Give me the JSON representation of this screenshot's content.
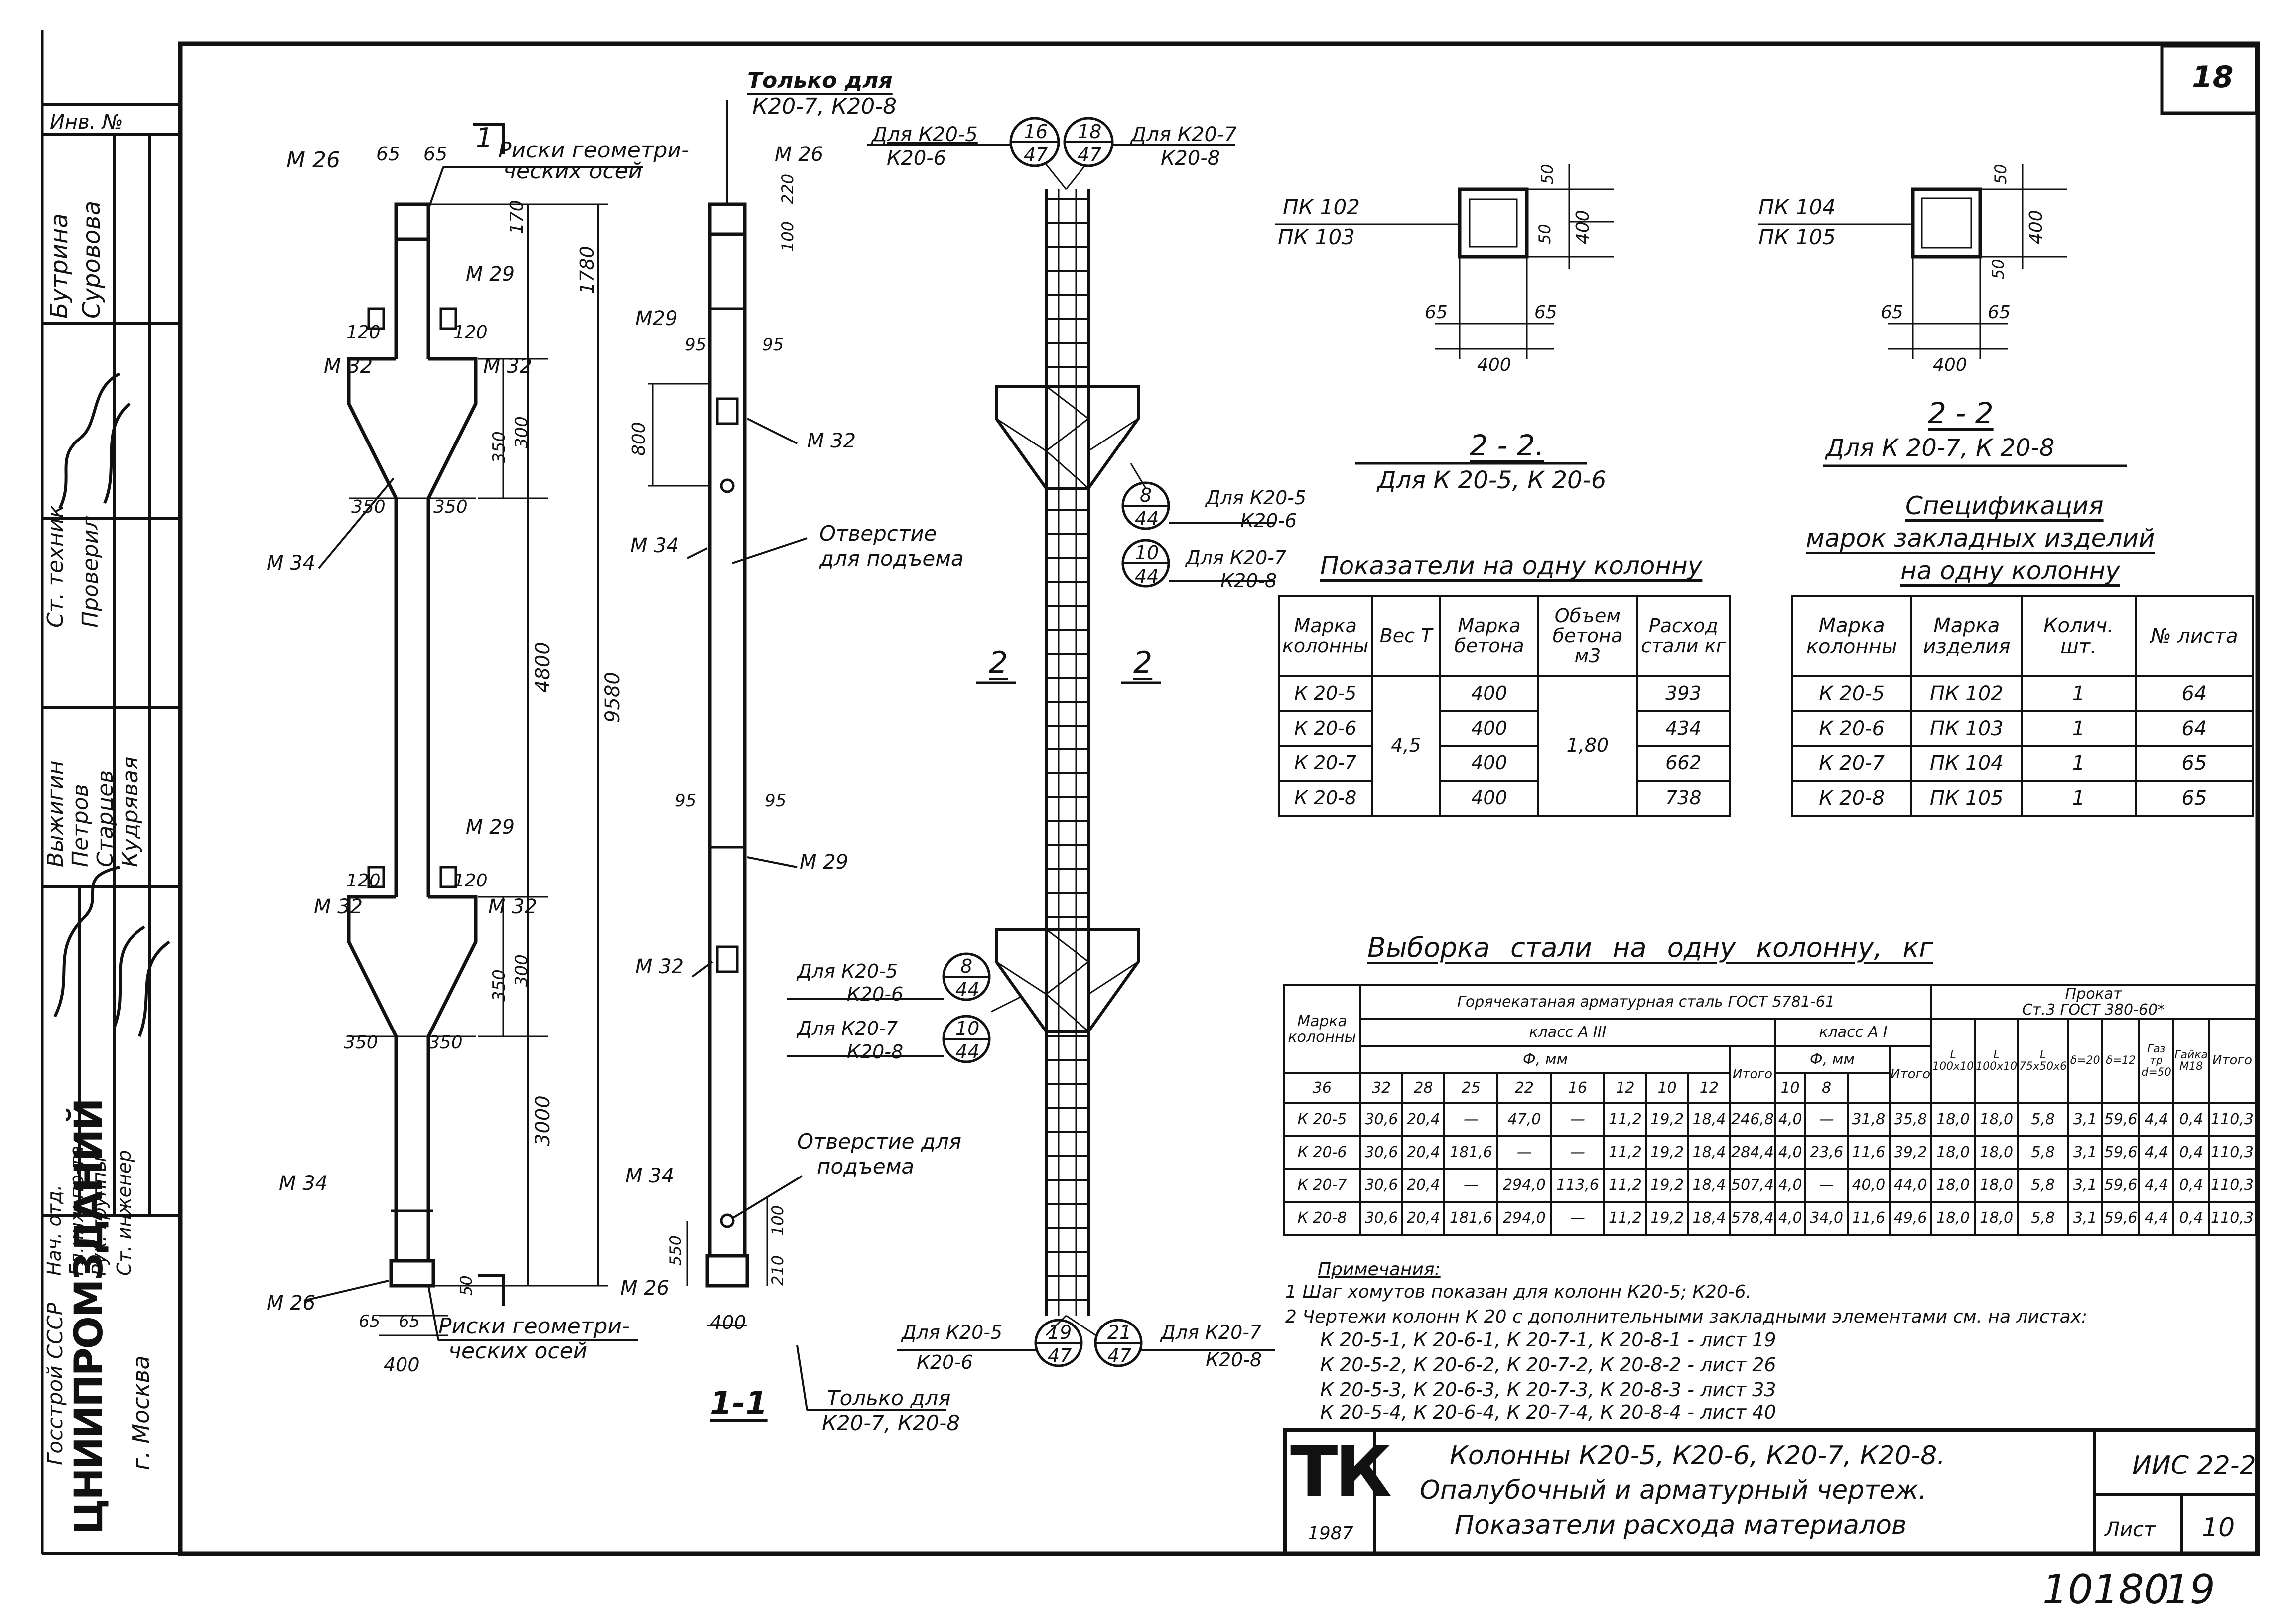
{
  "frame": {
    "sheet_corner": "18",
    "sheet_bottom_number": "10180",
    "sheet_bottom_page": "19",
    "inv_label": "Инв. №"
  },
  "left_strip": {
    "org_line1": "Госстрой СССР",
    "org_name": "ЦНИИПРОМЗДАНИЙ",
    "city": "г. Москва",
    "role_1": "Нач. отд.",
    "role_2": "Гл.инж.пр-та",
    "role_3": "Рук. группы",
    "role_4": "Ст. инженер",
    "role_5": "Ст. техник",
    "role_6": "Проверил",
    "name_1": "Выжигин",
    "name_2": "Петров",
    "name_3": "Старцев",
    "name_4": "Кудрявая",
    "name_5": "Бутрина",
    "name_6": "Суровова"
  },
  "elevation": {
    "m26_top": "М 26",
    "dim_65a": "65",
    "dim_65b": "65",
    "risks_top_1": "Риски геометри-",
    "risks_top_2": "ческих осей",
    "section_mark": "1",
    "dim_170": "170",
    "dim_1780": "1780",
    "m29_a": "М 29",
    "dim_120a": "120",
    "dim_120b": "120",
    "m32_a": "М 32",
    "m32_b": "М 32",
    "dim_300a": "300",
    "dim_350a": "350",
    "dim_350b": "350",
    "dim_350c": "350",
    "m34_a": "М 34",
    "dim_4800": "4800",
    "dim_9580": "9580",
    "m29_b": "М 29",
    "dim_120c": "120",
    "dim_120d": "120",
    "m32_c": "М 32",
    "m32_d": "М 32",
    "dim_300b": "300",
    "dim_350d": "350",
    "dim_350e": "350",
    "dim_350f": "350",
    "dim_3000": "3000",
    "m34_b": "М 34",
    "m26_bottom": "М 26",
    "dim_50": "50",
    "dim_65c": "65",
    "dim_65d": "65",
    "dim_400": "400",
    "risks_bot_1": "Риски геометри-",
    "risks_bot_2": "ческих осей"
  },
  "section_view": {
    "only_for_top_1": "Только для",
    "only_for_top_2": "К20-7, К20-8",
    "m26_top": "М 26",
    "dim_220": "220",
    "dim_100": "100",
    "m29_a": "М29",
    "dim_95a": "95",
    "dim_95b": "95",
    "dim_800": "800",
    "m32_a": "М 32",
    "m34_a": "М 34",
    "hole_1": "Отверстие",
    "hole_2": "для подъема",
    "dim_95c": "95",
    "dim_95d": "95",
    "m29_b": "М 29",
    "m32_b": "М 32",
    "hole_b_1": "Отверстие для",
    "hole_b_2": "подъема",
    "m34_b": "М 34",
    "dim_550": "550",
    "dim_100b": "100",
    "dim_210": "210",
    "m26_bot": "М 26",
    "dim_400": "400",
    "only_for_bot_1": "Только для",
    "only_for_bot_2": "К20-7, К20-8",
    "caption": "1-1"
  },
  "rebar_view": {
    "for_k205_top_a": "Для К20-5",
    "for_k206_top_a": "К20-6",
    "for_k207_top": "Для К20-7",
    "for_k208_top": "К20-8",
    "c1_top": "16",
    "c1_bot": "47",
    "c2_top": "18",
    "c2_bot": "47",
    "c3_top": "8",
    "c3_bot": "44",
    "c3_l1": "Для К20-5",
    "c3_l2": "К20-6",
    "c4_top": "10",
    "c4_bot": "44",
    "c4_l1": "Для К20-7",
    "c4_l2": "К20-8",
    "sec_a": "2",
    "sec_b": "2",
    "c5_top": "8",
    "c5_bot": "44",
    "c5_l1": "Для К20-5",
    "c5_l2": "К20-6",
    "c6_top": "10",
    "c6_bot": "44",
    "c6_l1": "Для К20-7",
    "c6_l2": "К20-8",
    "c7_top": "19",
    "c7_bot": "47",
    "c7_l1": "Для К20-5",
    "c7_l2": "К20-6",
    "c8_top": "21",
    "c8_bot": "47",
    "c8_l1": "Для К20-7",
    "c8_l2": "К20-8"
  },
  "section_22_a": {
    "pk1": "ПК 102",
    "pk2": "ПК 103",
    "d50a": "50",
    "d50b": "50",
    "d400v": "400",
    "d65a": "65",
    "d65b": "65",
    "d400h": "400",
    "title": "2 - 2.",
    "subtitle": "Для  К 20-5,  К 20-6"
  },
  "section_22_b": {
    "pk1": "ПК 104",
    "pk2": "ПК 105",
    "d50a": "50",
    "d50b": "50",
    "d400v": "400",
    "d65a": "65",
    "d65b": "65",
    "d400h": "400",
    "title": "2 - 2",
    "subtitle": "Для К 20-7,  К 20-8"
  },
  "indicators": {
    "title": "Показатели на одну колонну",
    "headers": [
      "Марка колонны",
      "Вес Т",
      "Марка бетона",
      "Объем бетона м3",
      "Расход стали кг"
    ],
    "weight": "4,5",
    "volume": "1,80",
    "rows": [
      {
        "mark": "К 20-5",
        "concrete": "400",
        "steel": "393"
      },
      {
        "mark": "К 20-6",
        "concrete": "400",
        "steel": "434"
      },
      {
        "mark": "К 20-7",
        "concrete": "400",
        "steel": "662"
      },
      {
        "mark": "К 20-8",
        "concrete": "400",
        "steel": "738"
      }
    ]
  },
  "specification": {
    "title_1": "Спецификация",
    "title_2": "марок закладных изделий",
    "title_3": "на одну колонну",
    "headers": [
      "Марка колонны",
      "Марка изделия",
      "Колич. шт.",
      "№ листа"
    ],
    "rows": [
      {
        "mark": "К 20-5",
        "item": "ПК 102",
        "qty": "1",
        "sheet": "64"
      },
      {
        "mark": "К 20-6",
        "item": "ПК 103",
        "qty": "1",
        "sheet": "64"
      },
      {
        "mark": "К 20-7",
        "item": "ПК 104",
        "qty": "1",
        "sheet": "65"
      },
      {
        "mark": "К 20-8",
        "item": "ПК 105",
        "qty": "1",
        "sheet": "65"
      }
    ]
  },
  "steel": {
    "title": "Выборка стали на одну колонну, кг",
    "h_mark": "Марка колонны",
    "h_hot": "Горячекатаная арматурная сталь ГОСТ 5781-61",
    "h_class_a3": "класс А III",
    "h_class_a1": "класс А I",
    "h_phi": "Ф, мм",
    "h_phi2": "Ф, мм",
    "h_total": "Итого",
    "h_total2": "Итого",
    "h_prokat": "Прокат",
    "h_prokat2": "Ст.3 ГОСТ 380-60*",
    "h_l1": "L 100х10",
    "h_l2": "L 100х10",
    "h_l3": "L 75х50х6",
    "h_d20": "δ=20",
    "h_d12": "δ=12",
    "h_gaz": "Газ тр d=50",
    "h_gaika": "Гайка М18",
    "h_total3": "Итого",
    "diam_a3": [
      "36",
      "32",
      "28",
      "25",
      "22",
      "16",
      "12",
      "10"
    ],
    "diam_a1": [
      "12",
      "10",
      "8"
    ],
    "rows": [
      {
        "mark": "К 20-5",
        "a3": [
          "30,6",
          "20,4",
          "—",
          "47,0",
          "—",
          "11,2",
          "19,2",
          "18,4"
        ],
        "t1": "246,8",
        "a1": [
          "4,0",
          "—",
          "31,8"
        ],
        "t2": "35,8",
        "p": [
          "18,0",
          "18,0",
          "5,8",
          "3,1",
          "59,6",
          "4,4",
          "0,4"
        ],
        "t3": "110,3"
      },
      {
        "mark": "К 20-6",
        "a3": [
          "30,6",
          "20,4",
          "181,6",
          "—",
          "—",
          "11,2",
          "19,2",
          "18,4"
        ],
        "t1": "284,4",
        "a1": [
          "4,0",
          "23,6",
          "11,6"
        ],
        "t2": "39,2",
        "p": [
          "18,0",
          "18,0",
          "5,8",
          "3,1",
          "59,6",
          "4,4",
          "0,4"
        ],
        "t3": "110,3"
      },
      {
        "mark": "К 20-7",
        "a3": [
          "30,6",
          "20,4",
          "—",
          "294,0",
          "113,6",
          "11,2",
          "19,2",
          "18,4"
        ],
        "t1": "507,4",
        "a1": [
          "4,0",
          "—",
          "40,0"
        ],
        "t2": "44,0",
        "p": [
          "18,0",
          "18,0",
          "5,8",
          "3,1",
          "59,6",
          "4,4",
          "0,4"
        ],
        "t3": "110,3"
      },
      {
        "mark": "К 20-8",
        "a3": [
          "30,6",
          "20,4",
          "181,6",
          "294,0",
          "—",
          "11,2",
          "19,2",
          "18,4"
        ],
        "t1": "578,4",
        "a1": [
          "4,0",
          "34,0",
          "11,6"
        ],
        "t2": "49,6",
        "p": [
          "18,0",
          "18,0",
          "5,8",
          "3,1",
          "59,6",
          "4,4",
          "0,4"
        ],
        "t3": "110,3"
      }
    ]
  },
  "notes": {
    "head": "Примечания:",
    "n1": "1  Шаг хомутов показан для колонн  К20-5; К20-6.",
    "n2": "2  Чертежи колонн  К 20 с дополнительными закладными элементами см. на листах:",
    "r1": "К 20-5-1,     К 20-6-1,     К 20-7-1,     К 20-8-1 - лист 19",
    "r2": "К 20-5-2,     К 20-6-2,     К 20-7-2,     К 20-8-2 - лист 26",
    "r3": "К 20-5-3,     К 20-6-3,     К 20-7-3,     К 20-8-3 - лист 33",
    "r4": "К 20-5-4,     К 20-6-4,     К 20-7-4,     К 20-8-4 - лист 40"
  },
  "title_block": {
    "logo": "ТК",
    "year": "1987",
    "line1": "Колонны К20-5, К20-6, К20-7, К20-8.",
    "line2": "Опалубочный и арматурный чертеж.",
    "line3": "Показатели расхода материалов",
    "code": "ИИС 22-2",
    "sheet_label": "Лист",
    "sheet_no": "10"
  }
}
